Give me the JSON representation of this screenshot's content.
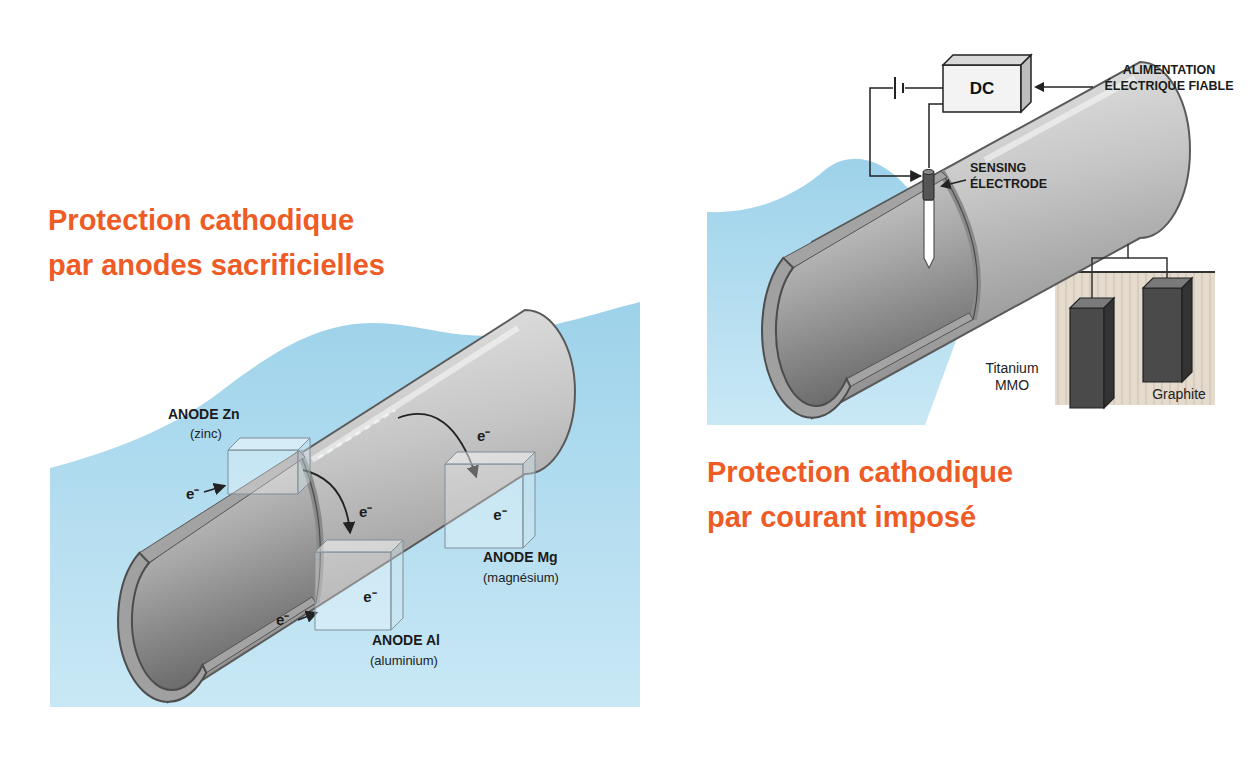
{
  "diagram": {
    "nodes": [
      {
        "text": [
          "ANODE Zn",
          "(zinc)"
        ]
      },
      {
        "text": [
          "e⁻",
          "ANODE Al",
          "(aluminium)"
        ]
      },
      {
        "text": [
          "e⁻",
          "ANODE Mg",
          "(magnésium)"
        ]
      },
      {
        "text": [
          "DC"
        ]
      },
      {
        "text": [
          "SENSING ÉLECTRODE"
        ]
      },
      {
        "text": [
          "Titanium MMO"
        ]
      },
      {
        "text": [
          "Graphite"
        ]
      }
    ],
    "edges": [
      {
        "from": 3,
        "to": 4,
        "arrow": "to"
      },
      {
        "from": 3,
        "to": 4,
        "arrow": "none"
      }
    ],
    "labels": [
      "Protection cathodique par anodes sacrificielles",
      "e⁻",
      "e⁻",
      "e⁻",
      "e⁻",
      "Protection cathodique par courant imposé",
      "ALIMENTATION ÉLECTRIQUE FIABLE"
    ]
  }
}
